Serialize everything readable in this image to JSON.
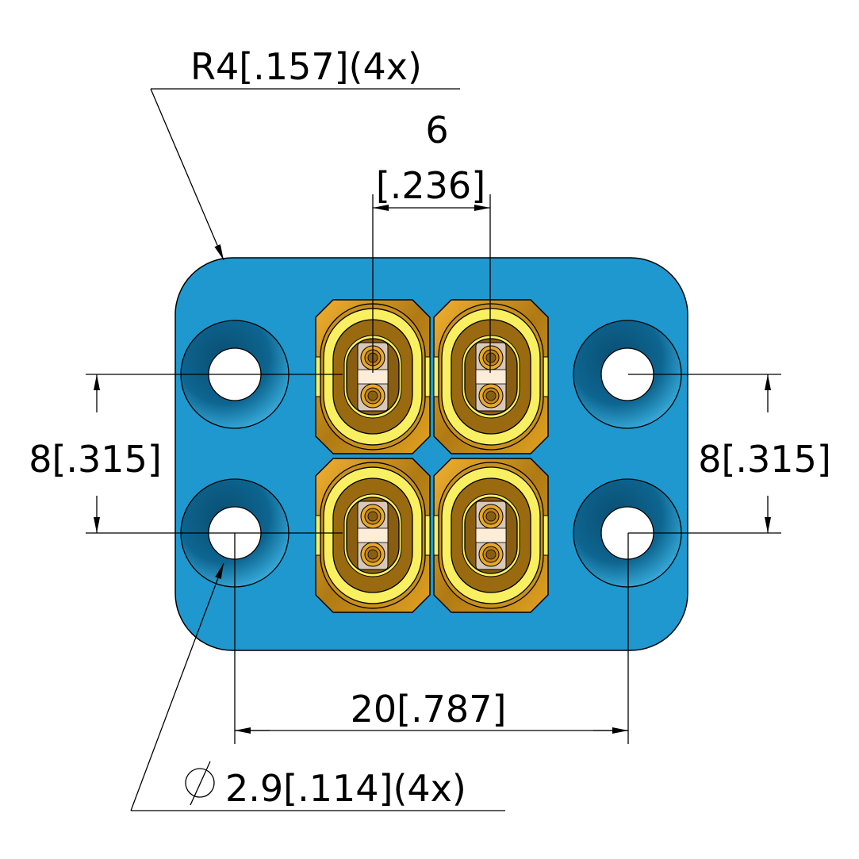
{
  "drawing": {
    "radius_note": "R4[.157](4x)",
    "pitch_top_mm": "6",
    "pitch_top_in": "[.236]",
    "vertical_left": "8[.315]",
    "vertical_right": "8[.315]",
    "horizontal": "20[.787]",
    "hole_symbol": "⌀",
    "hole_note": "2.9[.114](4x)"
  },
  "colors": {
    "plate": "#1e98cf",
    "hole_dark": "#0b5a82",
    "gold": "#c8901c",
    "gold_dark": "#9a6a10",
    "yellow": "#f8f060",
    "insulator": "#fcecd8"
  },
  "connectors": [
    {
      "name": "connector-top-left"
    },
    {
      "name": "connector-top-right"
    },
    {
      "name": "connector-bottom-left"
    },
    {
      "name": "connector-bottom-right"
    }
  ]
}
